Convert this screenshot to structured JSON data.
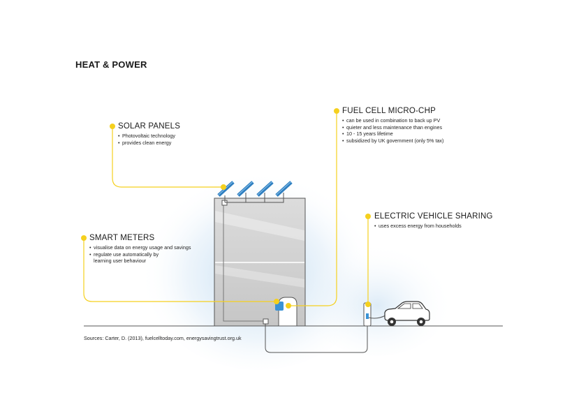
{
  "title": "HEAT & POWER",
  "colors": {
    "accent": "#f5d01e",
    "panel": "#3a93d6",
    "building": "#d2d2d2",
    "line": "#555555",
    "glow": "#8fbfe6"
  },
  "callouts": {
    "solar_panels": {
      "heading": "SOLAR PANELS",
      "bullets": [
        "Photovoltaic technology",
        "provides clean energy"
      ]
    },
    "fuel_cell": {
      "heading": "FUEL CELL MICRO-CHP",
      "bullets": [
        "can be used in combination to back up PV",
        "quieter and less maintenance than engines",
        "10 - 15 years lifetime",
        "subsidized by UK government (only 5% tax)"
      ]
    },
    "smart_meters": {
      "heading": "SMART METERS",
      "bullets": [
        "visualise data on energy usage and savings",
        "regulate use automatically by\nlearning user behaviour"
      ]
    },
    "ev_sharing": {
      "heading": "ELECTRIC VEHICLE SHARING",
      "bullets": [
        "uses excess energy from households"
      ]
    }
  },
  "sources": "Sources: Carter, D. (2013), fuelcelltoday.com, energysavingtrust.org.uk"
}
